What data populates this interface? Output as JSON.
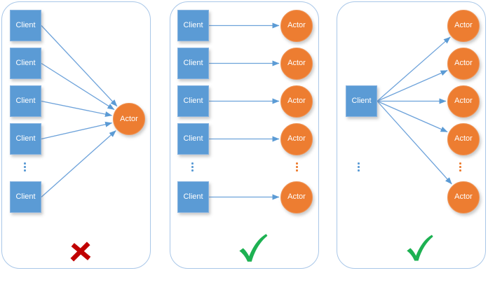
{
  "panels": [
    {
      "description": "many clients to one actor",
      "clients": [
        "Client",
        "Client",
        "Client",
        "Client",
        "Client"
      ],
      "actors": [
        "Actor"
      ],
      "verdict_icon": "red-cross"
    },
    {
      "description": "one client to one actor",
      "clients": [
        "Client",
        "Client",
        "Client",
        "Client",
        "Client"
      ],
      "actors": [
        "Actor",
        "Actor",
        "Actor",
        "Actor",
        "Actor"
      ],
      "verdict_icon": "green-check"
    },
    {
      "description": "one client to many actors",
      "clients": [
        "Client"
      ],
      "actors": [
        "Actor",
        "Actor",
        "Actor",
        "Actor",
        "Actor"
      ],
      "verdict_icon": "green-check"
    }
  ],
  "colors": {
    "client_fill": "#5B9BD5",
    "client_border": "#86B3E1",
    "actor_fill": "#ED7D31",
    "actor_border": "#EF9355",
    "arrow": "#5B9BD5",
    "panel_border": "#A9C7E8",
    "cross": "#C00000",
    "check": "#1DB152"
  }
}
